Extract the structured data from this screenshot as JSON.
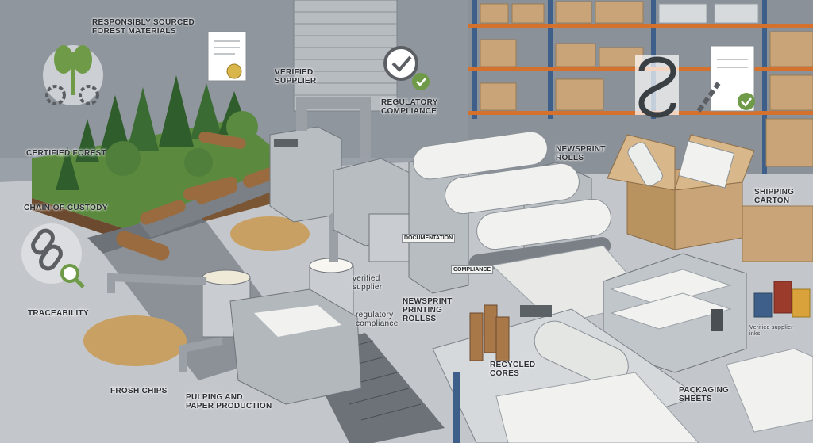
{
  "labels": {
    "forest_materials": "Responsibly sourced\nforest materials",
    "verified_supplier_top": "Verified\nsupplier",
    "regulatory_compliance_top": "Regulatory\ncompliance",
    "newsprint_rolls": "Newsprint\nrolls",
    "shipping_carton": "Shipping\ncarton",
    "certified_forest": "Certified forest",
    "chain_of_custody": "Chain-of-custody",
    "traceability": "Traceability",
    "frosh_chips": "Frosh chips",
    "pulping": "Pulping and\npaper production",
    "verified_supplier_small": "verified\nsupplier",
    "regulatory_compliance_small": "regulatory\ncompliance",
    "newsprint_printing": "Newsprint\nprinting\nrollss",
    "recycled_cores": "Recycled\ncores",
    "packaging_sheets": "Packaging\nsheets",
    "verified_supplier_inks": "Verified supplier\ninks",
    "documentation_tag": "Documentation",
    "compliance_tag": "Compliance"
  },
  "icons": {
    "forest_tree": "tree-gear-icon",
    "certificate": "certificate-icon",
    "check_badge": "checkmark-badge-icon",
    "chain_magnifier": "chain-magnifier-icon",
    "chain_logo": "chain-logo-icon",
    "chain_document": "chain-document-icon"
  },
  "colors": {
    "floor": "#c3c7cc",
    "wall": "#9aa0a7",
    "rack": "#3e5f8a",
    "rack_beam": "#d4712d",
    "machine": "#b8bdc2",
    "forest_green": "#4f7f3a",
    "wood": "#9a6b3f",
    "chips": "#c9a063",
    "cardboard": "#c9a478",
    "paper": "#f1f2ef",
    "icon_green": "#6f9a48"
  }
}
